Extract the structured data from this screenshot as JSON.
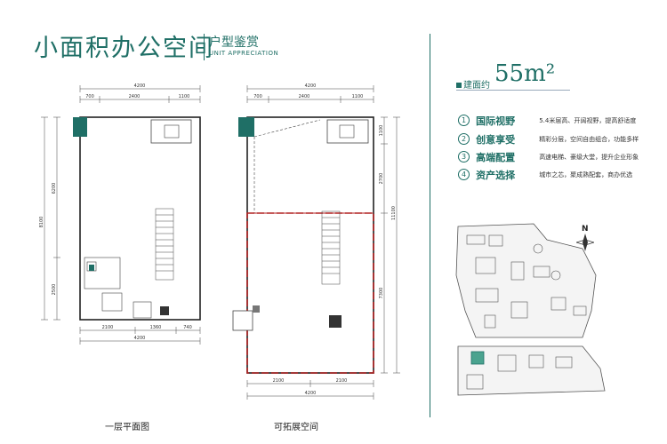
{
  "header": {
    "title": "小面积办公空间",
    "subtitle": "户型鉴赏",
    "subtitle_en": "UNIT APPRECIATION"
  },
  "area": {
    "label": "建面约",
    "value": "55m²"
  },
  "features": [
    {
      "num": "①",
      "title": "国际视野",
      "desc": "5.4米层高、开阔视野，提高舒适度"
    },
    {
      "num": "②",
      "title": "创意享受",
      "desc": "精彩分层，空间自由组合，功能多样"
    },
    {
      "num": "③",
      "title": "高端配置",
      "desc": "高速电梯、豪级大堂，提升企业形象"
    },
    {
      "num": "④",
      "title": "资产选择",
      "desc": "城市之芯，聚成熟配套，商办优选"
    }
  ],
  "plans": {
    "left": {
      "caption": "一层平面图",
      "dims_top": [
        "4200",
        "700",
        "2400",
        "1100"
      ],
      "dims_left": [
        "8100",
        "6200",
        "2500"
      ],
      "dims_bottom": [
        "2100",
        "1360",
        "740",
        "4200"
      ]
    },
    "right": {
      "caption": "可拓展空间",
      "dims_top": [
        "4200",
        "700",
        "2400",
        "1100"
      ],
      "dims_right": [
        "1100",
        "2700",
        "11100",
        "7300"
      ],
      "dims_bottom": [
        "2100",
        "2100",
        "4200"
      ]
    }
  },
  "map": {
    "north": "N"
  },
  "colors": {
    "teal": "#1f6f66",
    "red": "#b22222",
    "highlight": "#4aa38f"
  }
}
